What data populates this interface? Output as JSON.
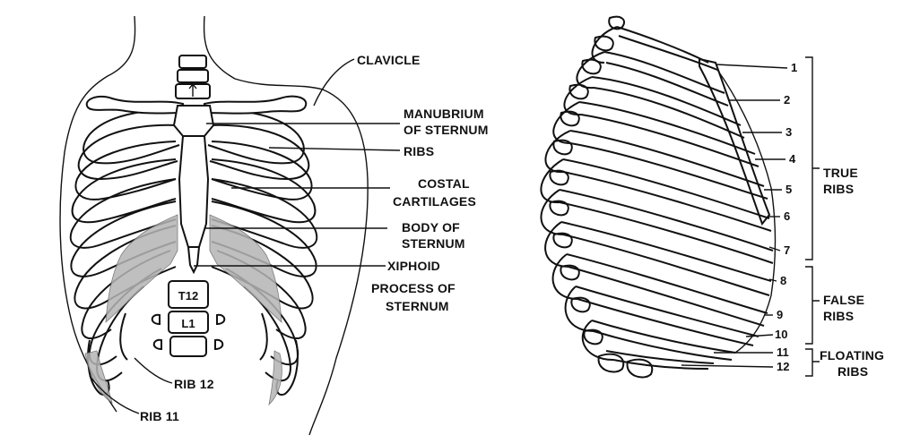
{
  "anterior_view": {
    "labels": {
      "clavicle": "CLAVICLE",
      "manubrium_1": "MANUBRIUM",
      "manubrium_2": "OF STERNUM",
      "ribs": "RIBS",
      "costal_1": "COSTAL",
      "costal_2": "CARTILAGES",
      "body_1": "BODY OF",
      "body_2": "STERNUM",
      "xiphoid_1": "XIPHOID",
      "xiphoid_2": "PROCESS OF",
      "xiphoid_3": "STERNUM",
      "rib12": "RIB 12",
      "rib11": "RIB 11",
      "t12": "T12",
      "l1": "L1"
    }
  },
  "lateral_view": {
    "rib_numbers": [
      "1",
      "2",
      "3",
      "4",
      "5",
      "6",
      "7",
      "8",
      "9",
      "10",
      "11",
      "12"
    ],
    "groups": {
      "true_1": "TRUE",
      "true_2": "RIBS",
      "false_1": "FALSE",
      "false_2": "RIBS",
      "floating_1": "FLOATING",
      "floating_2": "RIBS"
    }
  }
}
